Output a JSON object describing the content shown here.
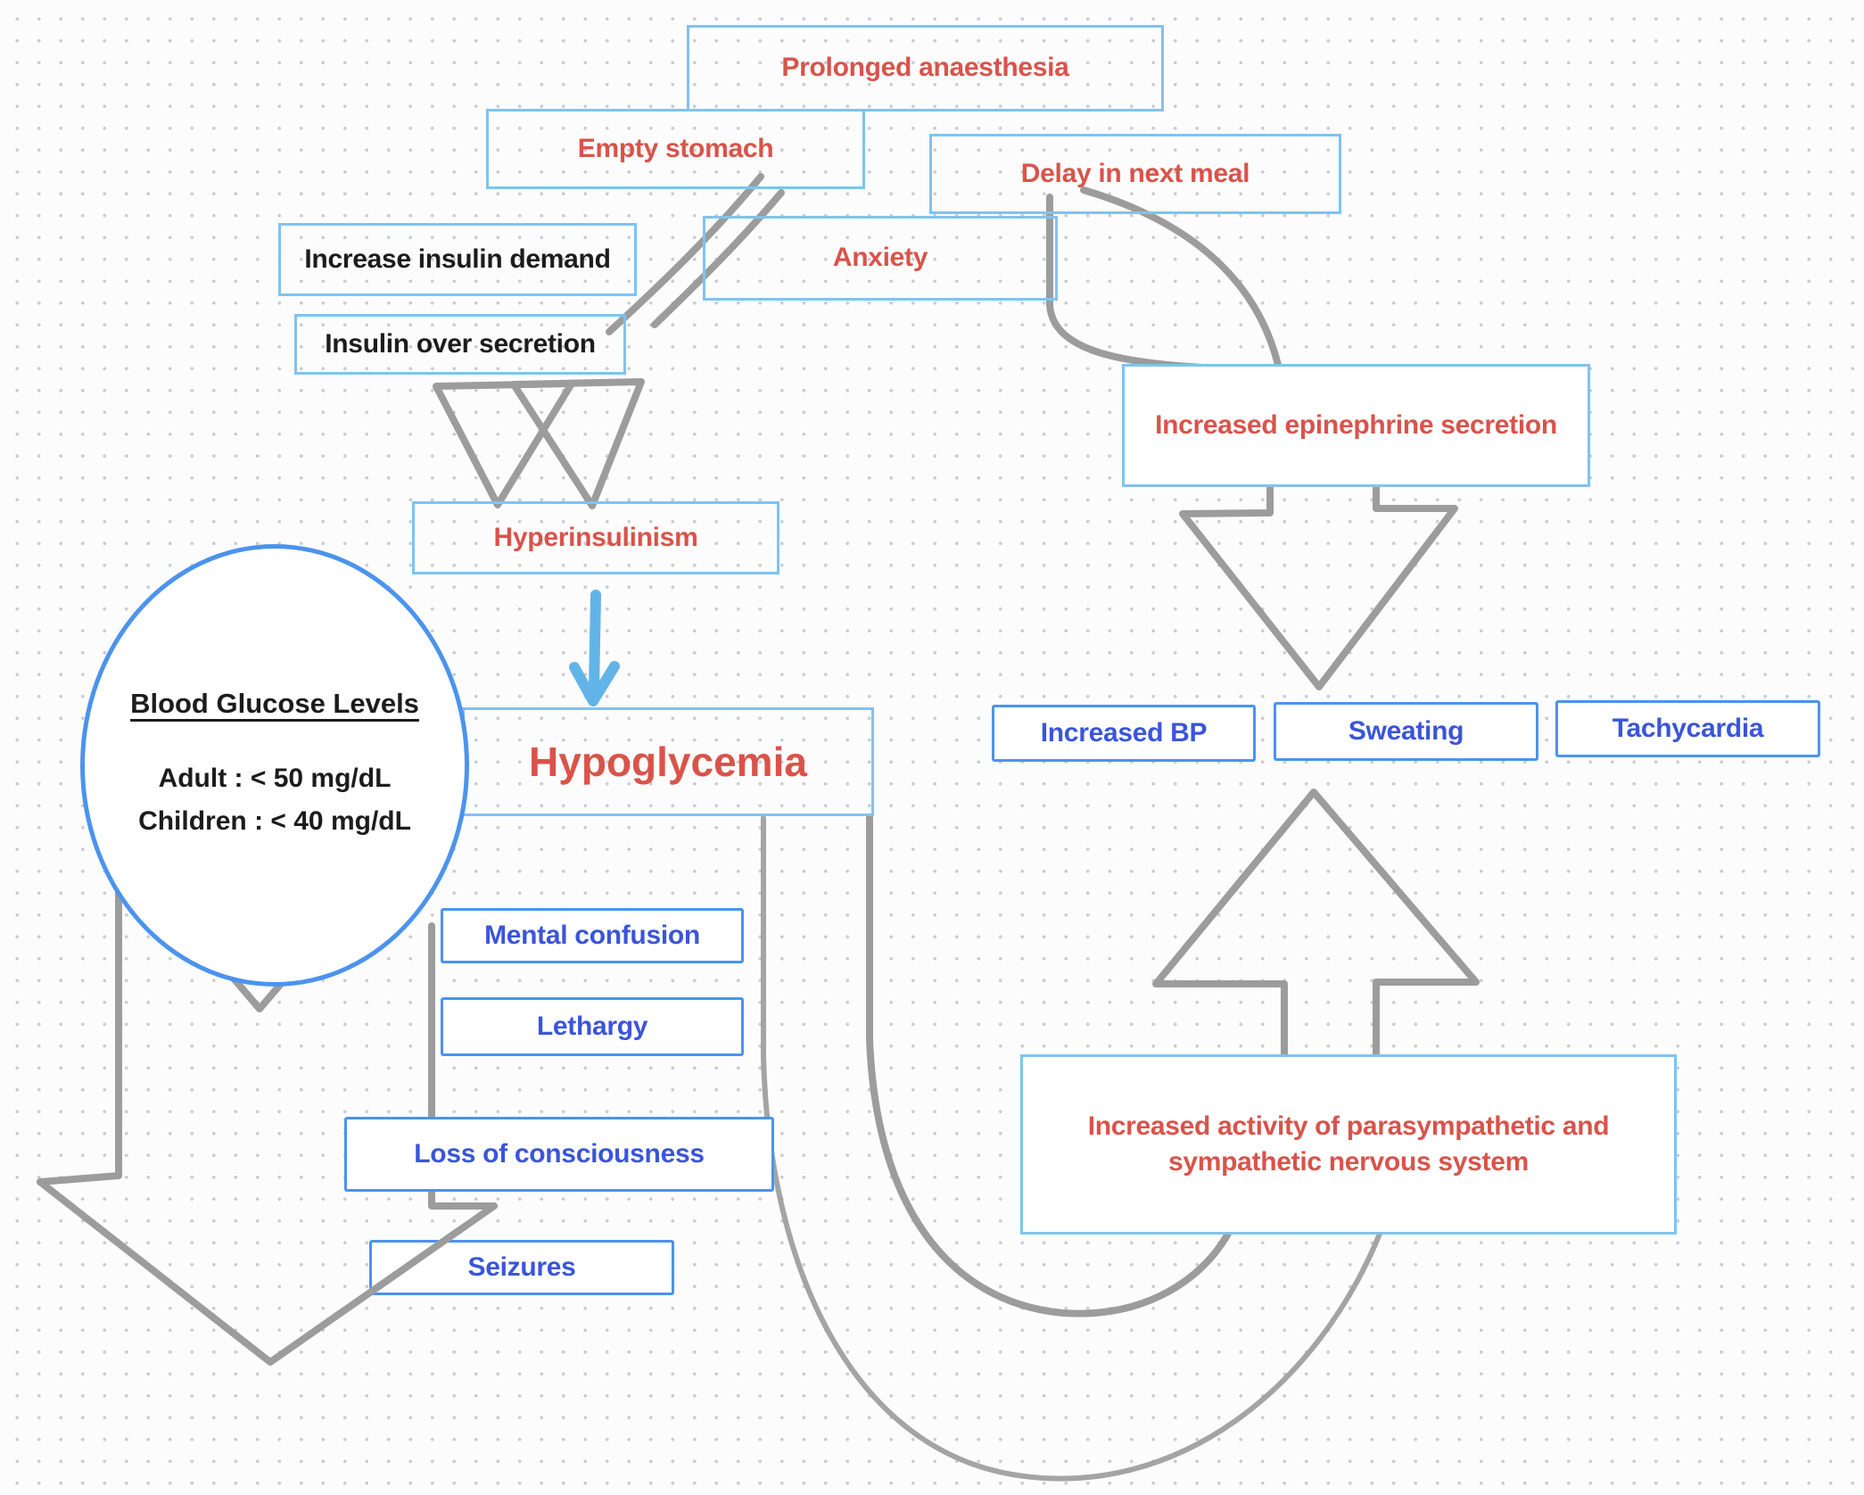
{
  "colors": {
    "red_text": "#d9534a",
    "blue_text": "#3a55d9",
    "black_text": "#1c1c1c",
    "light_border": "#7fc3f0",
    "strong_border": "#4b93ee",
    "gray_arrow": "#9c9c9c",
    "blue_arrow": "#62b4e8",
    "bg": "#fcfcfc",
    "dot": "#c9cdd3"
  },
  "nodes": {
    "prolonged_anaesthesia": {
      "label": "Prolonged anaesthesia"
    },
    "empty_stomach": {
      "label": "Empty stomach"
    },
    "delay_next_meal": {
      "label": "Delay in next meal"
    },
    "anxiety": {
      "label": "Anxiety"
    },
    "increase_insulin_demand": {
      "label": "Increase insulin demand"
    },
    "insulin_over_secretion": {
      "label": "Insulin over secretion"
    },
    "increased_epinephrine": {
      "label": "Increased epinephrine secretion"
    },
    "hyperinsulinism": {
      "label": "Hyperinsulinism"
    },
    "hypoglycemia": {
      "label": "Hypoglycemia"
    },
    "increased_bp": {
      "label": "Increased BP"
    },
    "sweating": {
      "label": "Sweating"
    },
    "tachycardia": {
      "label": "Tachycardia"
    },
    "mental_confusion": {
      "label": "Mental confusion"
    },
    "lethargy": {
      "label": "Lethargy"
    },
    "loss_of_consciousness": {
      "label": "Loss of consciousness"
    },
    "seizures": {
      "label": "Seizures"
    },
    "increased_ans_activity": {
      "label": "Increased activity of parasympathetic and sympathetic nervous system"
    }
  },
  "blood_glucose": {
    "title": "Blood Glucose Levels",
    "adult": "Adult : < 50 mg/dL",
    "children": "Children : < 40 mg/dL"
  },
  "edges": [
    {
      "from": "Empty stomach",
      "to": "Hyperinsulinism",
      "style": "curved gray ribbon with hollow arrowhead"
    },
    {
      "from": "Insulin over secretion",
      "to": "Hyperinsulinism",
      "style": "hollow arrowhead down"
    },
    {
      "from": "Delay in next meal / Anxiety",
      "to": "Increased epinephrine secretion",
      "style": "curved gray ribbon"
    },
    {
      "from": "Increased epinephrine secretion",
      "to": "Increased BP / Sweating / Tachycardia",
      "style": "hollow block arrow down"
    },
    {
      "from": "Hyperinsulinism",
      "to": "Hypoglycemia",
      "style": "blue hand-drawn arrow down"
    },
    {
      "from": "Hypoglycemia",
      "to": "Increased activity of parasympathetic and sympathetic nervous system",
      "style": "U-turn gray ribbon"
    },
    {
      "from": "Increased activity of parasympathetic and sympathetic nervous system",
      "to": "Increased BP / Sweating / Tachycardia",
      "style": "hollow block arrow up"
    },
    {
      "from": "Hypoglycemia / Blood Glucose Levels",
      "to": "Mental confusion / Lethargy / Loss of consciousness / Seizures",
      "style": "hollow block arrow down-left"
    }
  ]
}
